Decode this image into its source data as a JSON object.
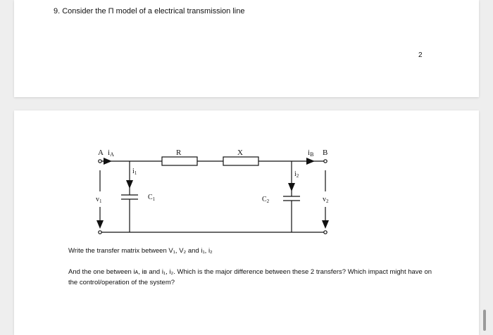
{
  "question_title": "9. Consider the Π model of a electrical transmission line",
  "page_number": "2",
  "circuit": {
    "node_a": "A",
    "node_b": "B",
    "current_a": "i",
    "current_a_sub": "A",
    "current_b": "i",
    "current_b_sub": "B",
    "resistor": "R",
    "reactance": "X",
    "cap1": "C",
    "cap1_sub": "1",
    "cap2": "C",
    "cap2_sub": "2",
    "i1": "i",
    "i1_sub": "1",
    "i2": "i",
    "i2_sub": "2",
    "v1": "v",
    "v1_sub": "1",
    "v2": "v",
    "v2_sub": "2"
  },
  "prompt_line1": "Write the transfer matrix between V₁, V₂ and i₁, i₂",
  "prompt_line2": "And the one between iᴀ, iʙ and i₁, i₂. Which is the major difference between these 2 transfers? Which impact might have on the control/operation of the system?"
}
